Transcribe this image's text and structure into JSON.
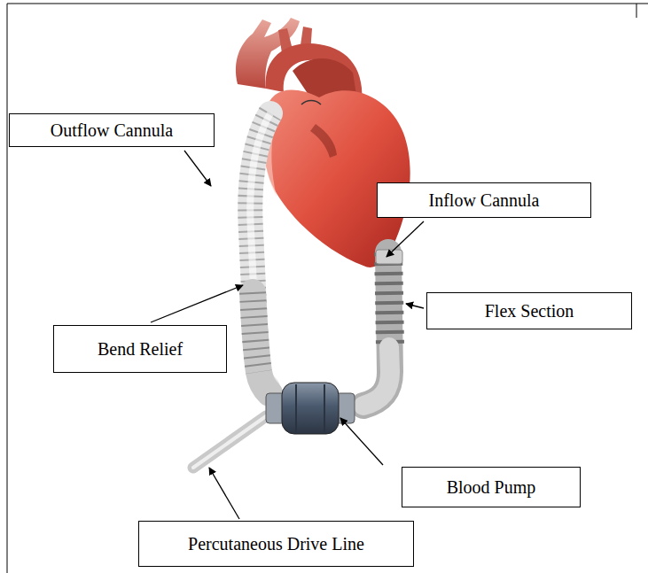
{
  "diagram": {
    "nodes": [
      {
        "text": [
          "Outflow Cannula"
        ]
      },
      {
        "text": [
          "Inflow Cannula"
        ]
      },
      {
        "text": [
          "Flex Section"
        ]
      },
      {
        "text": [
          "Bend Relief"
        ]
      },
      {
        "text": [
          "Blood Pump"
        ]
      },
      {
        "text": [
          "Percutaneous Drive Line"
        ]
      }
    ]
  }
}
